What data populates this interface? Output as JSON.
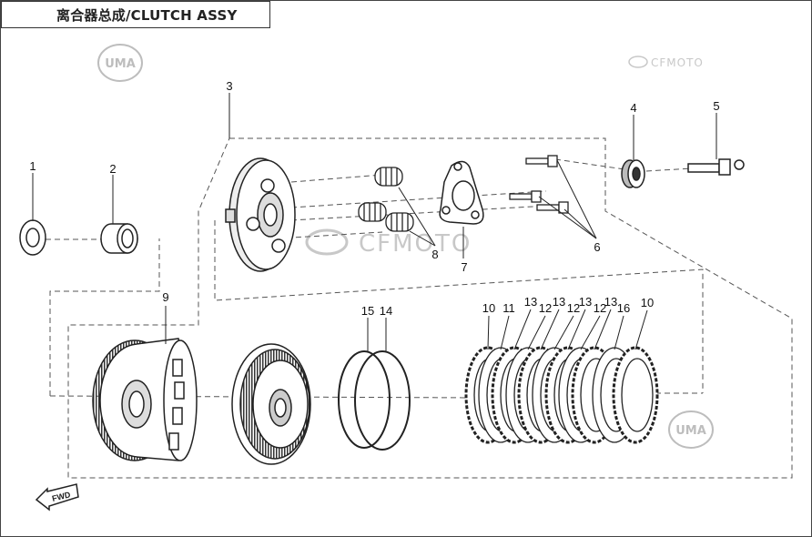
{
  "title": "离合器总成/CLUTCH ASSY",
  "watermarks": {
    "uma_logo": "UMA",
    "cfmoto_logo": "CFMOTO"
  },
  "fwd_label": "FWD",
  "callouts": {
    "c1": "1",
    "c2": "2",
    "c3": "3",
    "c4": "4",
    "c5": "5",
    "c6": "6",
    "c7": "7",
    "c8": "8",
    "c9": "9",
    "c15": "15",
    "c14": "14",
    "plates": [
      "10",
      "11",
      "13",
      "12",
      "13",
      "12",
      "13",
      "12",
      "13",
      "16",
      "10"
    ]
  },
  "colors": {
    "line": "#222222",
    "dash": "#555555",
    "watermark": "#c8c8c8"
  }
}
